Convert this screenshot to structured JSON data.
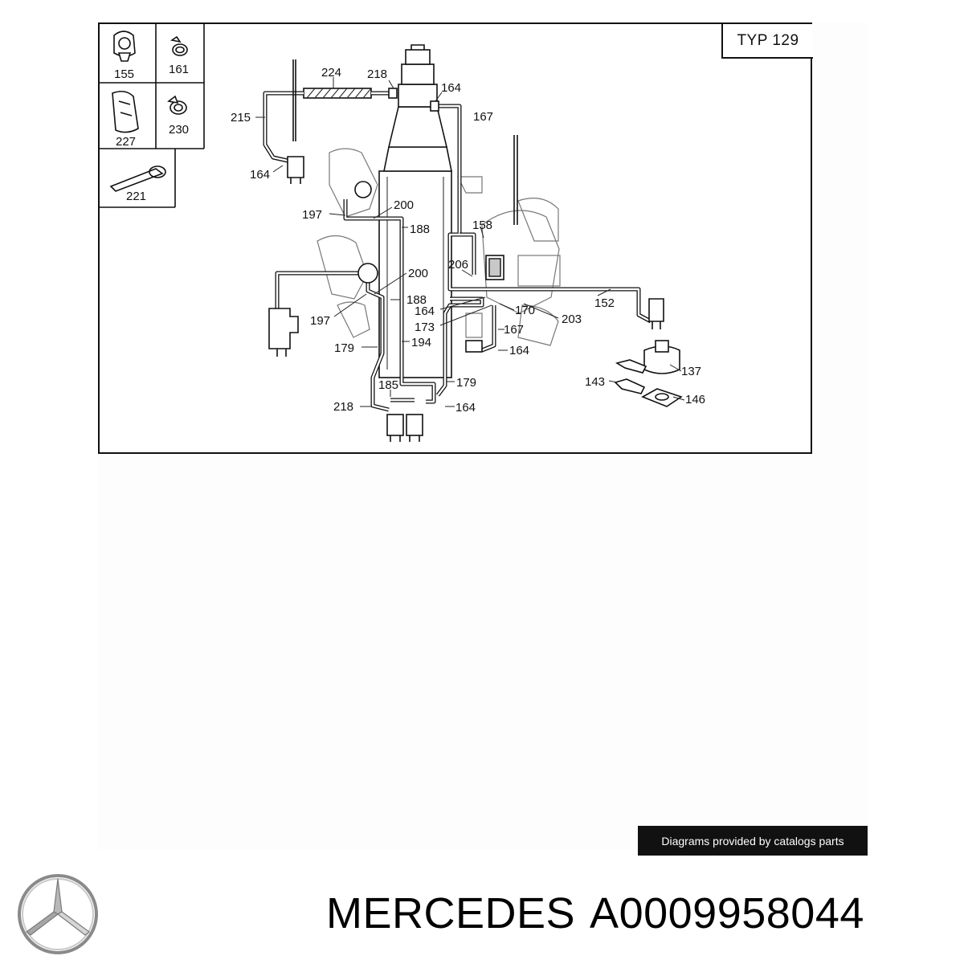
{
  "diagram": {
    "type_label": "TYP 129",
    "callouts": [
      "155",
      "161",
      "227",
      "230",
      "221",
      "224",
      "218",
      "164",
      "167",
      "215",
      "164",
      "197",
      "200",
      "188",
      "200",
      "188",
      "197",
      "158",
      "206",
      "164",
      "170",
      "173",
      "203",
      "152",
      "179",
      "194",
      "167",
      "164",
      "137",
      "143",
      "146",
      "185",
      "179",
      "218",
      "164"
    ],
    "banner": "Diagrams provided by catalogs parts"
  },
  "footer": {
    "brand": "MERCEDES",
    "part_number": "A0009958044",
    "logo_icon": "mercedes-star-icon"
  }
}
